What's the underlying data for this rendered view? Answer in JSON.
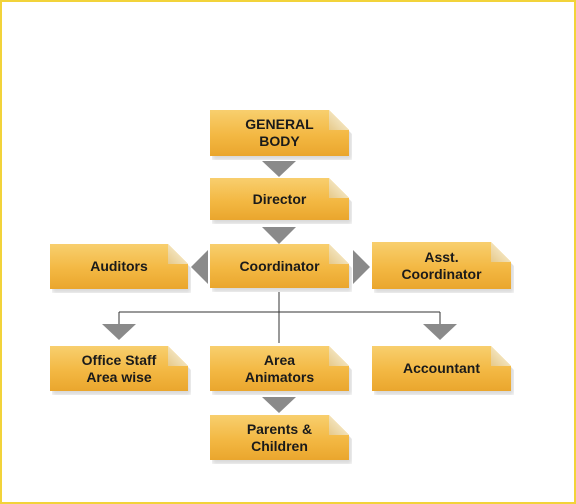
{
  "colors": {
    "frame": "#f2d33a",
    "node_fill": "#f3b843",
    "arrow": "#8a8a8a",
    "line": "#333333"
  },
  "nodes": {
    "general_body": "GENERAL\nBODY",
    "director": "Director",
    "coordinator": "Coordinator",
    "auditors": "Auditors",
    "asst_coordinator": "Asst.\nCoordinator",
    "office_staff": "Office Staff\nArea wise",
    "area_animators": "Area\nAnimators",
    "accountant": "Accountant",
    "parents_children": "Parents &\nChildren"
  }
}
